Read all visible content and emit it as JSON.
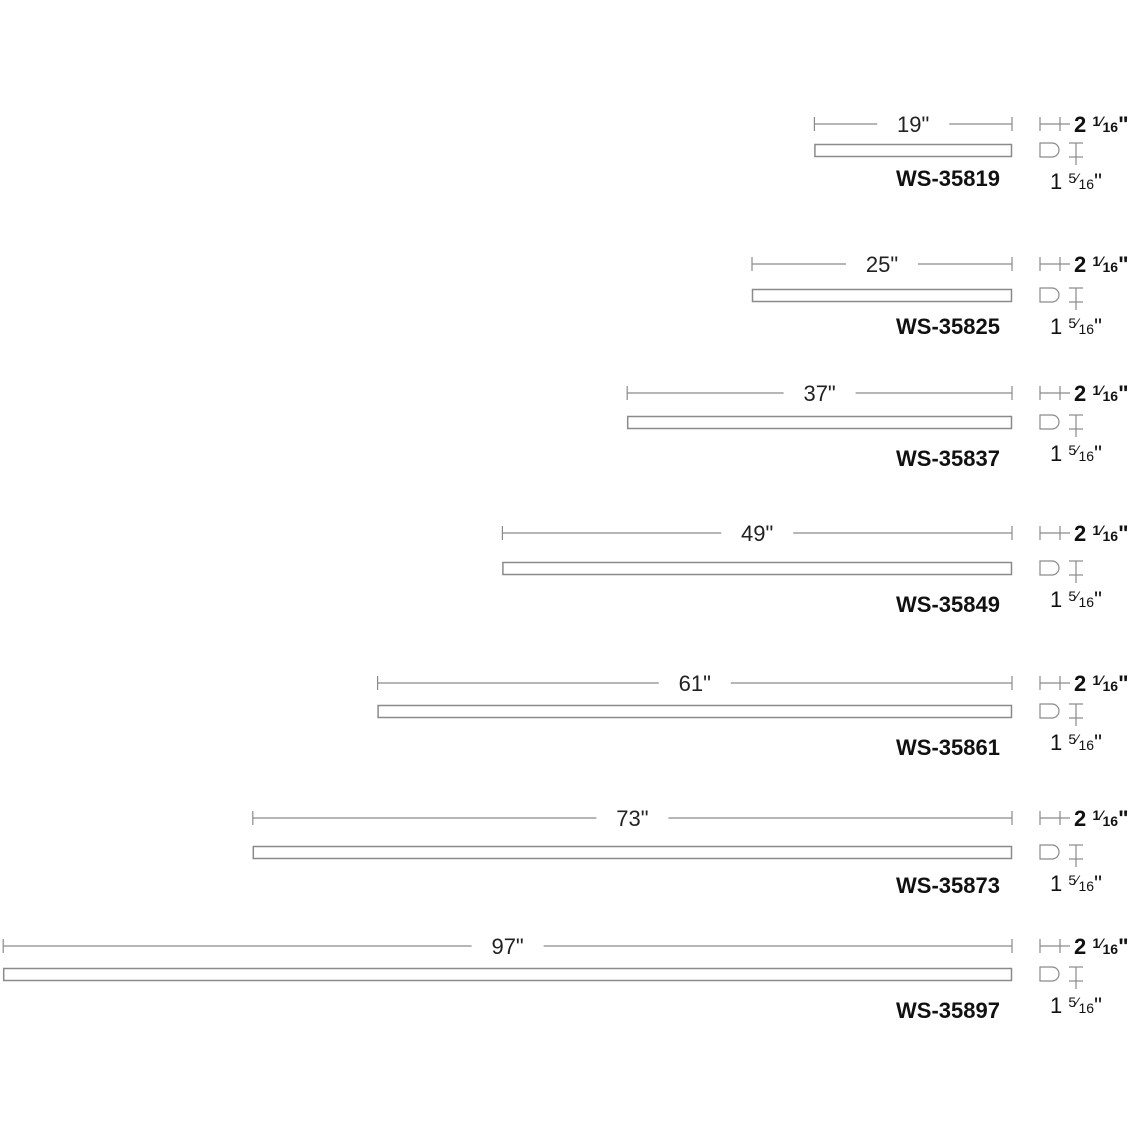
{
  "units": "\"",
  "line_color": "#8a8a8a",
  "fixtures": [
    {
      "length_in": 19,
      "length_label": "19\"",
      "model": "WS-35819",
      "width_label": "2 1/16\"",
      "height_label": "1 5/16\""
    },
    {
      "length_in": 25,
      "length_label": "25\"",
      "model": "WS-35825",
      "width_label": "2 1/16\"",
      "height_label": "1 5/16\""
    },
    {
      "length_in": 37,
      "length_label": "37\"",
      "model": "WS-35837",
      "width_label": "2 1/16\"",
      "height_label": "1 5/16\""
    },
    {
      "length_in": 49,
      "length_label": "49\"",
      "model": "WS-35849",
      "width_label": "2 1/16\"",
      "height_label": "1 5/16\""
    },
    {
      "length_in": 61,
      "length_label": "61\"",
      "model": "WS-35861",
      "width_label": "2 1/16\"",
      "height_label": "1 5/16\""
    },
    {
      "length_in": 73,
      "length_label": "73\"",
      "model": "WS-35873",
      "width_label": "2 1/16\"",
      "height_label": "1 5/16\""
    },
    {
      "length_in": 97,
      "length_label": "97\"",
      "model": "WS-35897",
      "width_label": "2 1/16\"",
      "height_label": "1 5/16\""
    }
  ]
}
